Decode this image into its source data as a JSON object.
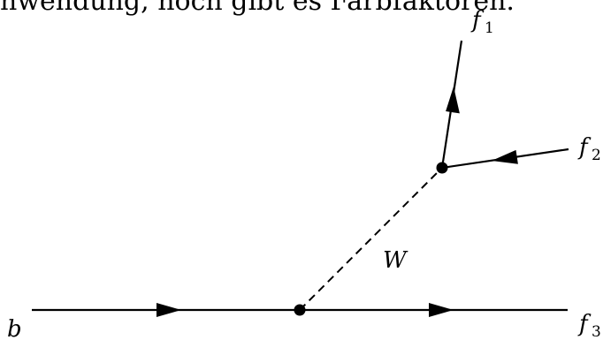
{
  "top_text": "nwendung, noch gibt es Farbfaktoren.",
  "labels": {
    "b": "b",
    "W": "W",
    "f1": {
      "main": "f",
      "sub": "1"
    },
    "f2": {
      "main": "f",
      "sub": "2"
    },
    "f3": {
      "main": "f",
      "sub": "3"
    }
  }
}
